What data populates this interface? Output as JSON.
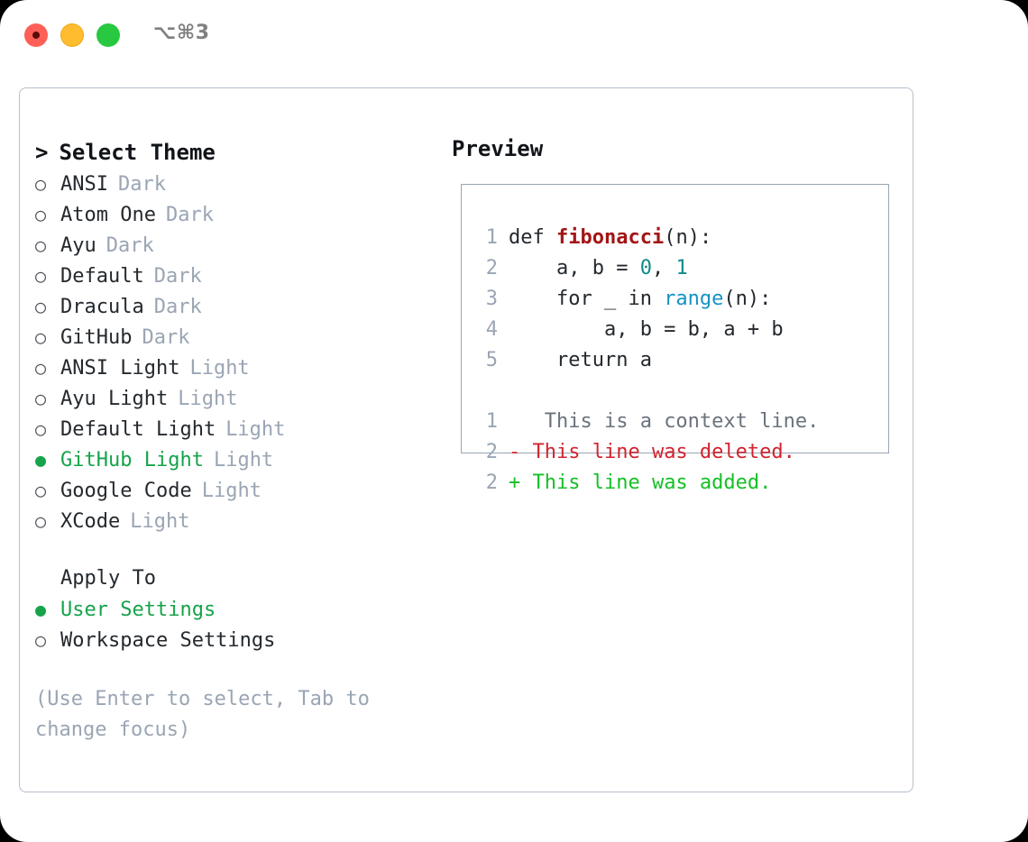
{
  "titlebar": {
    "shortcut": "⌥⌘3",
    "buttons": [
      {
        "name": "close",
        "color": "#ff5f57"
      },
      {
        "name": "minimize",
        "color": "#febc2e"
      },
      {
        "name": "maximize",
        "color": "#28c840"
      }
    ]
  },
  "theme_picker": {
    "header": "Select Theme",
    "caret": ">",
    "bullet_unselected": "○",
    "bullet_selected": "●",
    "items": [
      {
        "label": "ANSI",
        "tag": "Dark",
        "selected": false
      },
      {
        "label": "Atom One",
        "tag": "Dark",
        "selected": false
      },
      {
        "label": "Ayu",
        "tag": "Dark",
        "selected": false
      },
      {
        "label": "Default",
        "tag": "Dark",
        "selected": false
      },
      {
        "label": "Dracula",
        "tag": "Dark",
        "selected": false
      },
      {
        "label": "GitHub",
        "tag": "Dark",
        "selected": false
      },
      {
        "label": "ANSI Light",
        "tag": "Light",
        "selected": false
      },
      {
        "label": "Ayu Light",
        "tag": "Light",
        "selected": false
      },
      {
        "label": "Default Light",
        "tag": "Light",
        "selected": false
      },
      {
        "label": "GitHub Light",
        "tag": "Light",
        "selected": true
      },
      {
        "label": "Google Code",
        "tag": "Light",
        "selected": false
      },
      {
        "label": "XCode",
        "tag": "Light",
        "selected": false
      }
    ]
  },
  "apply_to": {
    "heading": "Apply To",
    "options": [
      {
        "label": "User Settings",
        "selected": true
      },
      {
        "label": "Workspace Settings",
        "selected": false
      }
    ]
  },
  "hint": "(Use Enter to select, Tab to change focus)",
  "preview": {
    "title": "Preview",
    "code_lines": [
      {
        "num": "1",
        "tokens": [
          {
            "text": "def ",
            "kind": "plain"
          },
          {
            "text": "fibonacci",
            "kind": "fn"
          },
          {
            "text": "(n):",
            "kind": "plain"
          }
        ]
      },
      {
        "num": "2",
        "tokens": [
          {
            "text": "    a, b = ",
            "kind": "plain"
          },
          {
            "text": "0",
            "kind": "num"
          },
          {
            "text": ", ",
            "kind": "plain"
          },
          {
            "text": "1",
            "kind": "num"
          }
        ]
      },
      {
        "num": "3",
        "tokens": [
          {
            "text": "    for _ in ",
            "kind": "plain"
          },
          {
            "text": "range",
            "kind": "call"
          },
          {
            "text": "(n):",
            "kind": "plain"
          }
        ]
      },
      {
        "num": "4",
        "tokens": [
          {
            "text": "        a, b = b, a + b",
            "kind": "plain"
          }
        ]
      },
      {
        "num": "5",
        "tokens": [
          {
            "text": "    return a",
            "kind": "plain"
          }
        ]
      }
    ],
    "diff_lines": [
      {
        "num": "1",
        "marker": " ",
        "text": "  This is a context line.",
        "kind": "context"
      },
      {
        "num": "2",
        "marker": "-",
        "text": " This line was deleted.",
        "kind": "deletion"
      },
      {
        "num": "2",
        "marker": "+",
        "text": " This line was added.",
        "kind": "addition"
      }
    ]
  },
  "colors": {
    "accent_green": "#16a34a",
    "muted_gray": "#9aa5b4",
    "text": "#24292e",
    "diff_add": "#15c026",
    "diff_del": "#d1242f",
    "fn_red": "#a31515",
    "num_teal": "#0f8a8a",
    "call_blue": "#1593c4"
  }
}
